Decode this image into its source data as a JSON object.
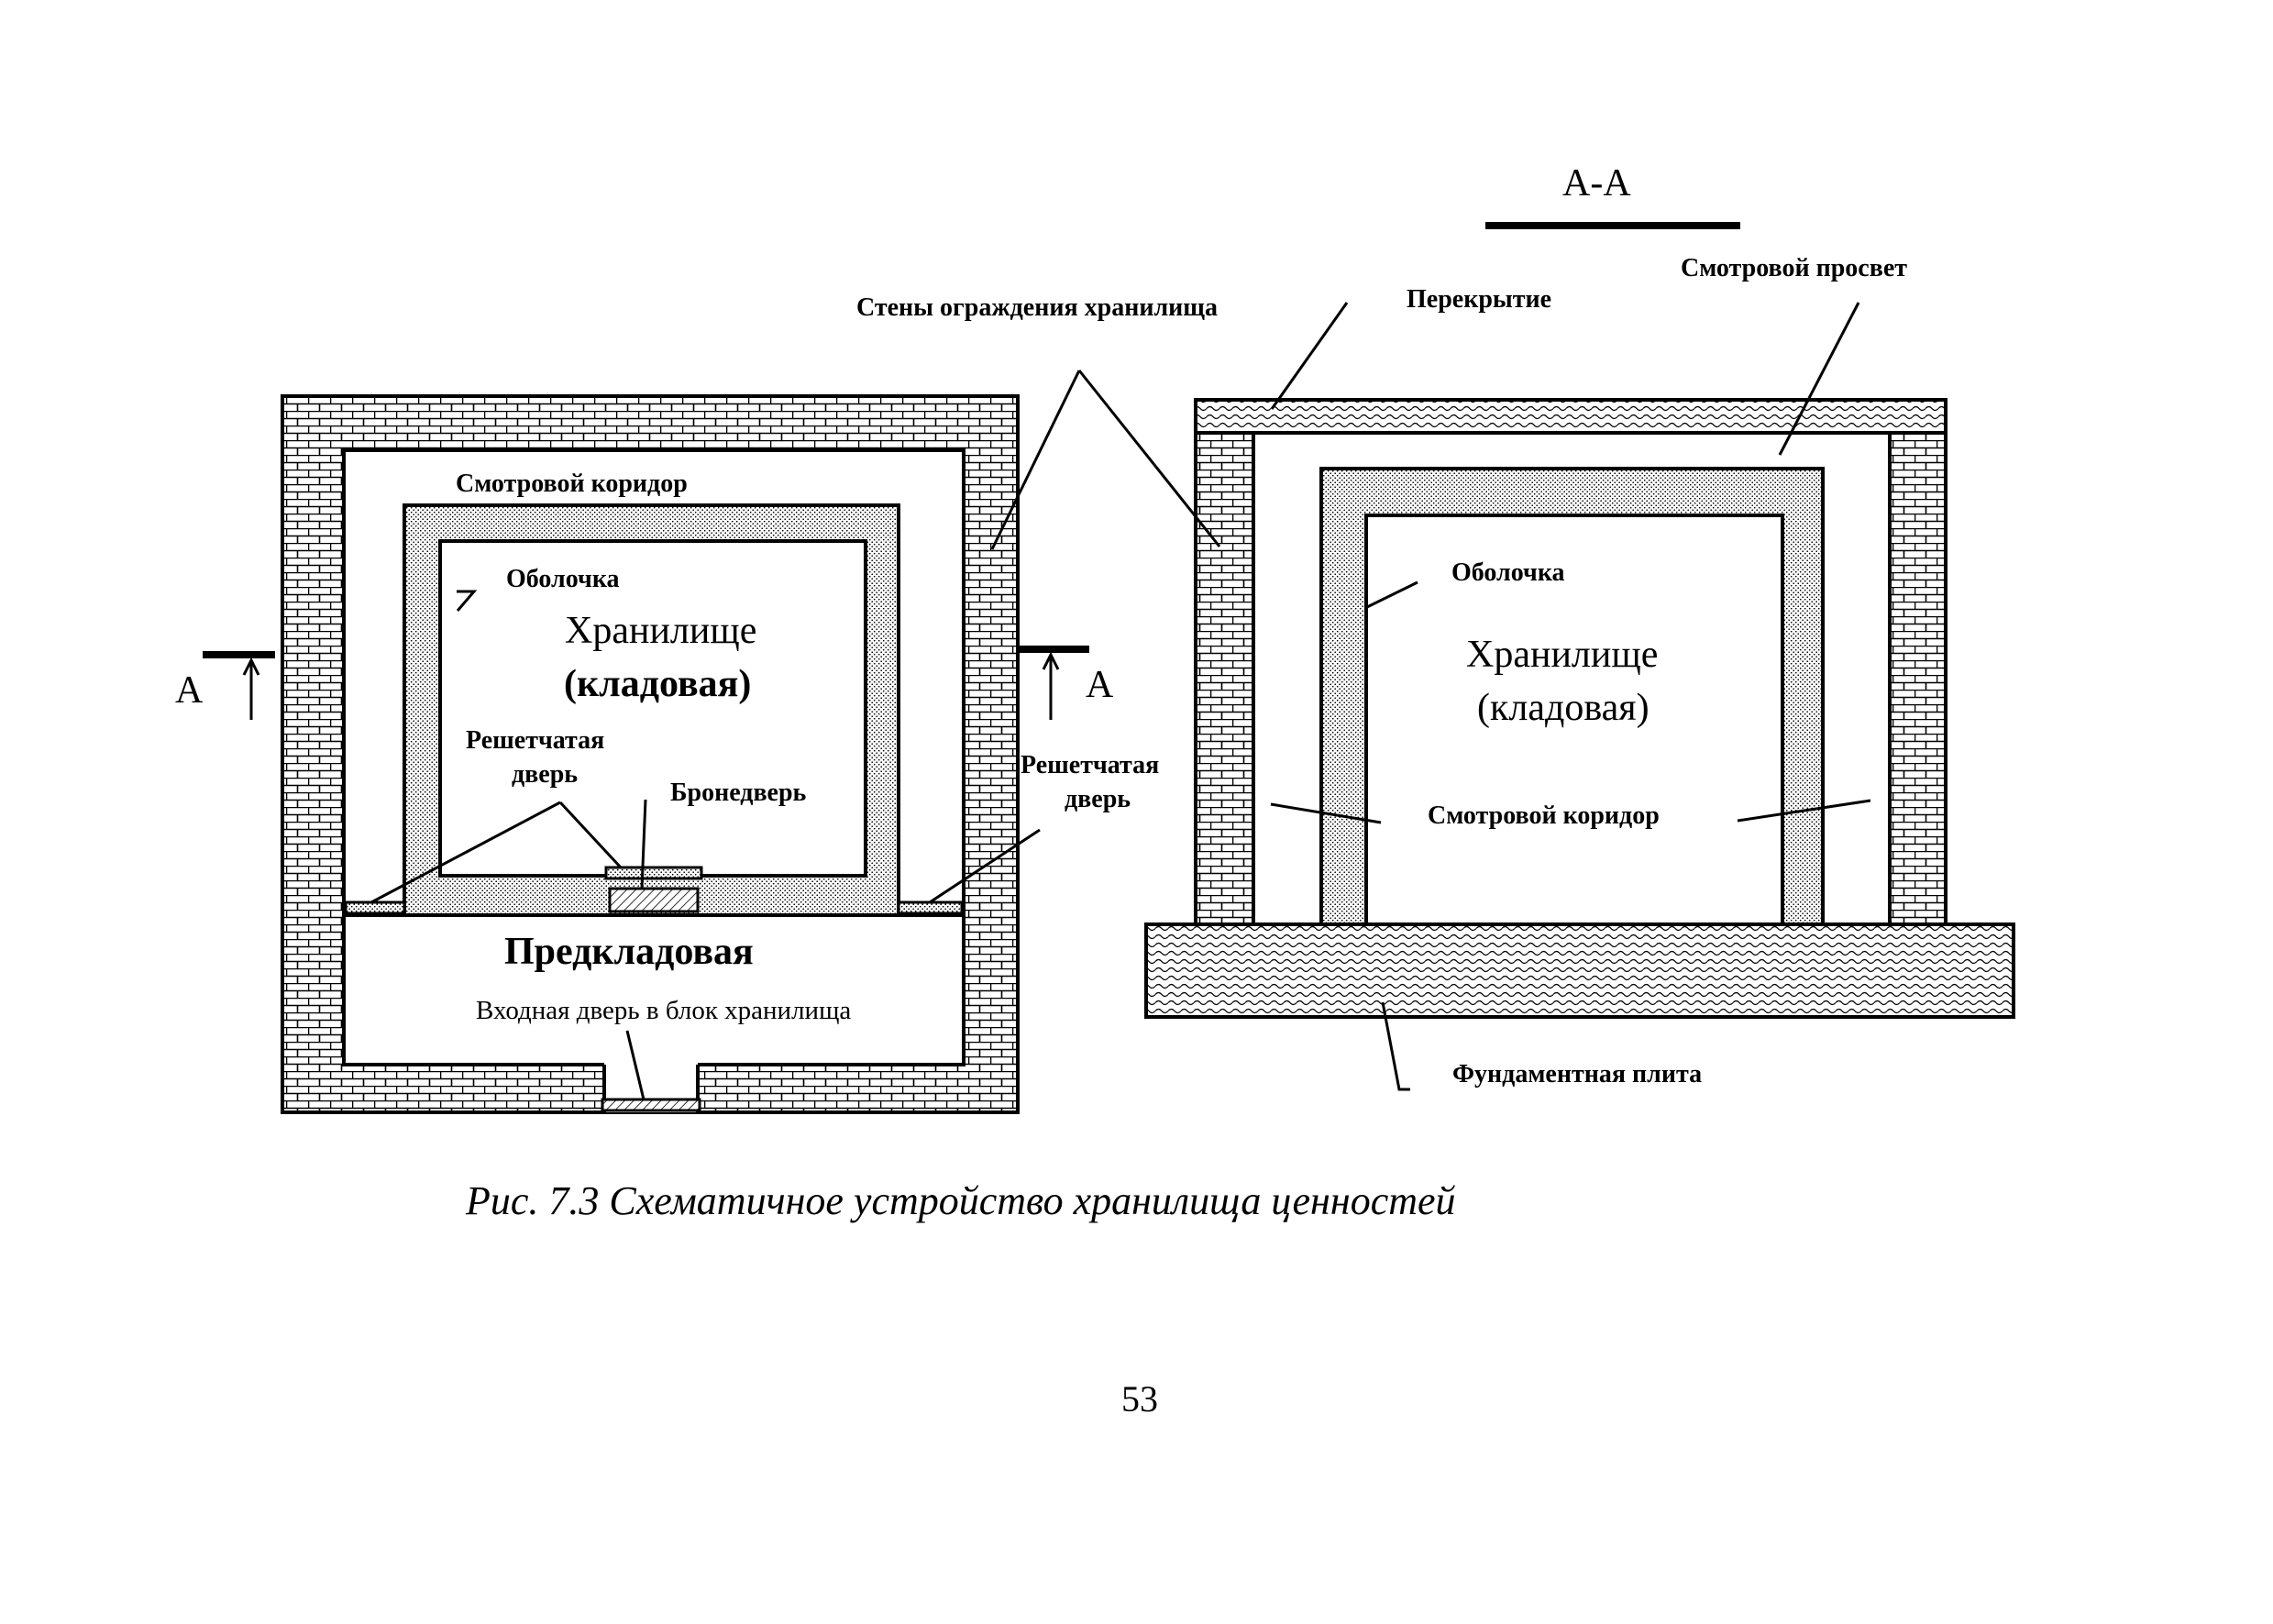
{
  "section_title": "А-А",
  "section_marks": {
    "left": "А",
    "right": "А"
  },
  "plan": {
    "walls_label": "Стены ограждения хранилища",
    "corridor": "Смотровой коридор",
    "shell": "Оболочка",
    "vault_line1": "Хранилище",
    "vault_line2": "(кладовая)",
    "grate_door_line1": "Решетчатая",
    "grate_door_line2": "дверь",
    "armored_door": "Бронедверь",
    "antechamber": "Предкладовая",
    "entrance_door": "Входная дверь в блок хранилища"
  },
  "section": {
    "ceiling": "Перекрытие",
    "viewing_gap": "Смотровой просвет",
    "shell": "Оболочка",
    "vault_line1": "Хранилище",
    "vault_line2": "(кладовая)",
    "corridor": "Смотровой коридор",
    "foundation": "Фундаментная плита"
  },
  "caption": "Рис. 7.3 Схематичное устройство хранилища ценностей",
  "page_number": "53"
}
